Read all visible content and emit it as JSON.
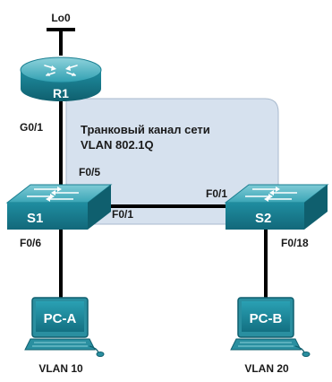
{
  "colors": {
    "trunk_fill": "#d6e1ee",
    "trunk_stroke": "#a8b9cd",
    "device": "#1f8da0",
    "device_dark": "#0f5f6e",
    "device_light": "#6fc3d0",
    "cable": "#000000"
  },
  "router": {
    "name": "R1",
    "loopback": "Lo0",
    "port": "G0/1",
    "icon": "router-icon"
  },
  "trunk": {
    "line1": "Транковый канал сети",
    "line2": "VLAN 802.1Q"
  },
  "switches": [
    {
      "name": "S1",
      "icon": "switch-icon",
      "port_up": "F0/5",
      "port_right": "F0/1",
      "port_down": "F0/6"
    },
    {
      "name": "S2",
      "icon": "switch-icon",
      "port_left": "F0/1",
      "port_down": "F0/18"
    }
  ],
  "pcs": [
    {
      "name": "PC-A",
      "vlan": "VLAN 10",
      "icon": "pc-icon"
    },
    {
      "name": "PC-B",
      "vlan": "VLAN 20",
      "icon": "pc-icon"
    }
  ]
}
